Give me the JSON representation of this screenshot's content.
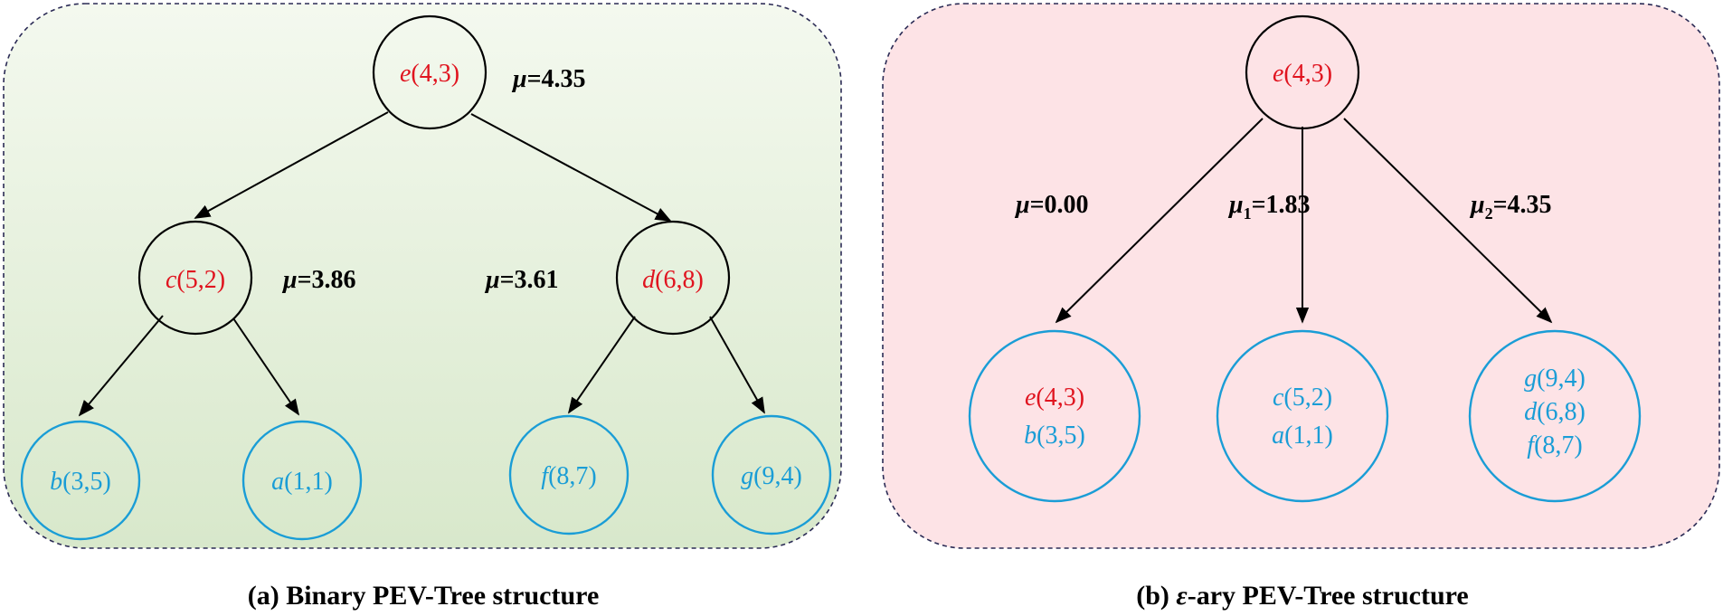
{
  "colors": {
    "red": "#e0141f",
    "blue": "#1a9dd6",
    "black": "#000000",
    "panel_a_top": "#f3f8ee",
    "panel_a_bottom": "#d9e8cd",
    "panel_b": "#fde3e6",
    "frame": "#2b2b55"
  },
  "panel_a": {
    "caption": "(a) Binary PEV-Tree structure",
    "nodes": {
      "root": {
        "key": "e",
        "args": "(4,3)",
        "color": "red"
      },
      "left": {
        "key": "c",
        "args": "(5,2)",
        "color": "red"
      },
      "right": {
        "key": "d",
        "args": "(6,8)",
        "color": "red"
      },
      "ll": {
        "key": "b",
        "args": "(3,5)",
        "color": "blue"
      },
      "lr": {
        "key": "a",
        "args": "(1,1)",
        "color": "blue"
      },
      "rl": {
        "key": "f",
        "args": "(8,7)",
        "color": "blue"
      },
      "rr": {
        "key": "g",
        "args": "(9,4)",
        "color": "blue"
      }
    },
    "mu_root": {
      "sym": "μ",
      "sub": "",
      "value": "=4.35"
    },
    "mu_left": {
      "sym": "μ",
      "sub": "",
      "value": "=3.86"
    },
    "mu_right": {
      "sym": "μ",
      "sub": "",
      "value": "=3.61"
    }
  },
  "panel_b": {
    "caption_prefix": "(b) ",
    "caption_eps": "ε",
    "caption_rest": "-ary PEV-Tree structure",
    "root": {
      "key": "e",
      "args": "(4,3)",
      "color": "red"
    },
    "children": [
      {
        "lines": [
          {
            "key": "e",
            "args": "(4,3)",
            "color": "red"
          },
          {
            "key": "b",
            "args": "(3,5)",
            "color": "blue"
          }
        ]
      },
      {
        "lines": [
          {
            "key": "c",
            "args": "(5,2)",
            "color": "blue"
          },
          {
            "key": "a",
            "args": "(1,1)",
            "color": "blue"
          }
        ]
      },
      {
        "lines": [
          {
            "key": "g",
            "args": "(9,4)",
            "color": "blue"
          },
          {
            "key": "d",
            "args": "(6,8)",
            "color": "blue"
          },
          {
            "key": "f",
            "args": "(8,7)",
            "color": "blue"
          }
        ]
      }
    ],
    "mu_labels": [
      {
        "sym": "μ",
        "sub": "",
        "value": "=0.00"
      },
      {
        "sym": "μ",
        "sub": "1",
        "value": "=1.83"
      },
      {
        "sym": "μ",
        "sub": "2",
        "value": "=4.35"
      }
    ]
  }
}
